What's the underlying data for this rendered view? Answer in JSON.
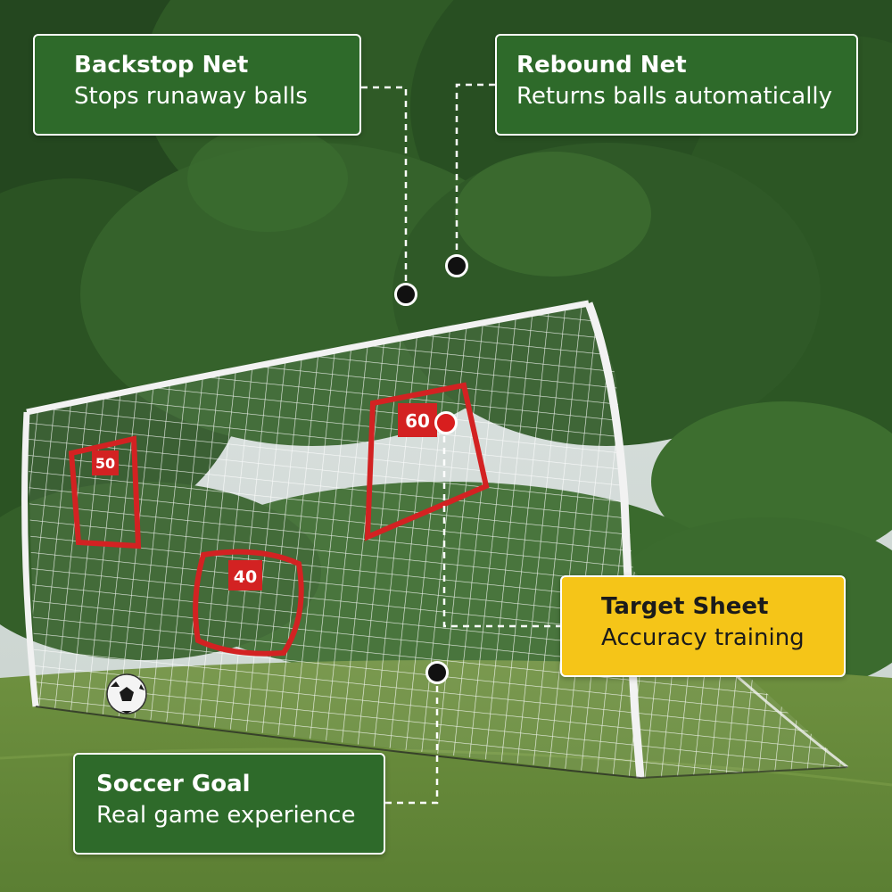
{
  "image": {
    "subject": "soccer rebounder net",
    "colors": {
      "green_callout": "#2e6a2a",
      "yellow_callout": "#f5c518",
      "target_red": "#d32222",
      "net_white": "#ffffff",
      "grass": "#6b8d3c",
      "foliage": "#2f5a26"
    }
  },
  "callouts": [
    {
      "title": "Backstop Net",
      "desc": "Stops runaway balls"
    },
    {
      "title": "Rebound Net",
      "desc": "Returns balls automatically"
    },
    {
      "title": "Target Sheet",
      "desc": "Accuracy training"
    },
    {
      "title": "Soccer Goal",
      "desc": "Real game experience"
    }
  ],
  "targets": [
    {
      "label": "50"
    },
    {
      "label": "60"
    },
    {
      "label": "40"
    }
  ]
}
